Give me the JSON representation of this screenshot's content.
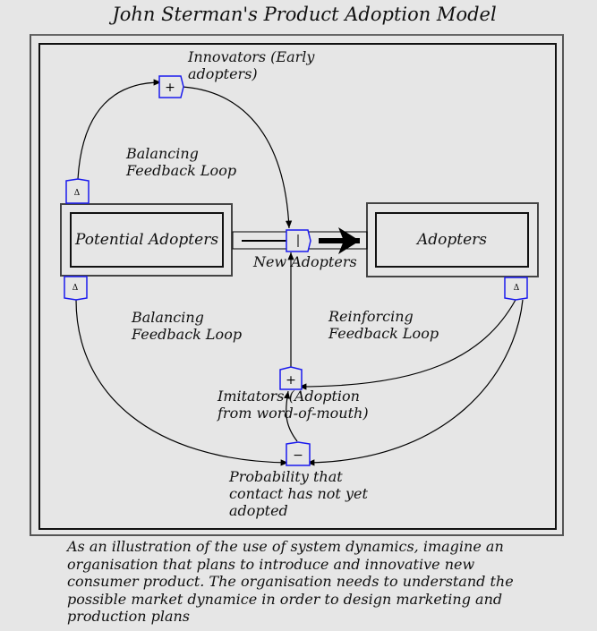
{
  "title": "John Sterman's Product Adoption Model",
  "stocks": {
    "potential_adopters": "Potential Adopters",
    "adopters": "Adopters"
  },
  "flow": {
    "label": "New Adopters"
  },
  "variables": {
    "innovators": [
      "Innovators (Early",
      "adopters)"
    ],
    "imitators": [
      "Imitators (Adoption",
      "from word-of-mouth)"
    ],
    "probability": [
      "Probability that",
      "contact has not yet",
      "adopted"
    ]
  },
  "loops": {
    "balancing_top": [
      "Balancing",
      "Feedback Loop"
    ],
    "balancing_bottom": [
      "Balancing",
      "Feedback Loop"
    ],
    "reinforcing": [
      "Reinforcing",
      "Feedback Loop"
    ]
  },
  "symbols": {
    "plus": "+",
    "minus": "−",
    "delta": "Δ"
  },
  "caption": [
    "As an illustration of the use of system dynamics, imagine an",
    "organisation that plans to introduce and innovative new",
    "consumer product. The organisation needs to understand the",
    "possible market dynamice in order to design marketing and",
    "production plans"
  ],
  "colors": {
    "node_border": "#1a1aee",
    "line": "#000000",
    "background": "#e6e6e6"
  }
}
